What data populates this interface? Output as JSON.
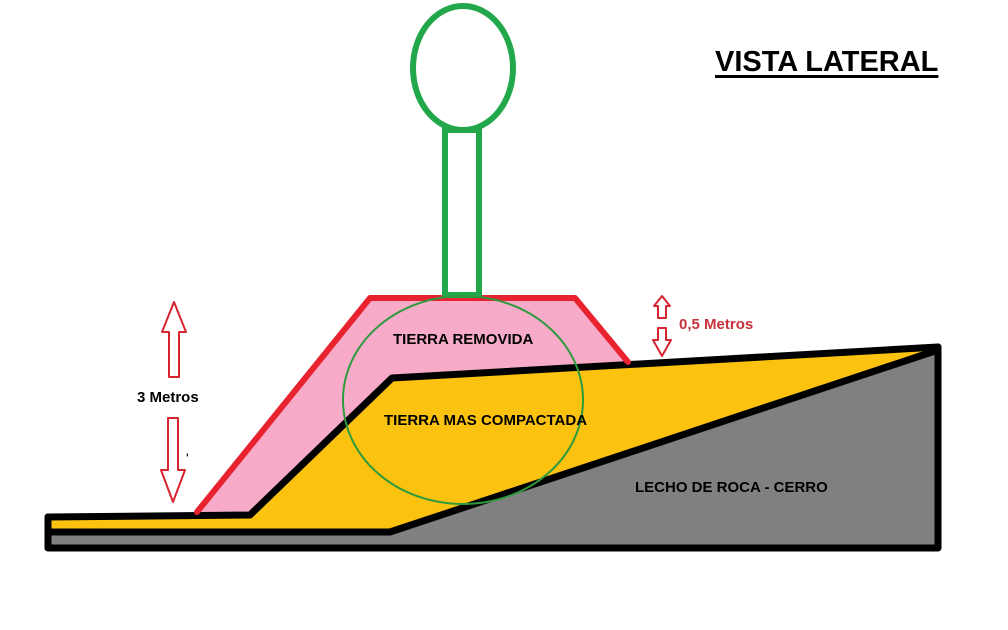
{
  "title": "VISTA LATERAL",
  "labels": {
    "removed_soil": "TIERRA REMOVIDA",
    "compacted_soil": "TIERRA MAS COMPACTADA",
    "bedrock": "LECHO DE ROCA - CERRO",
    "height_total": "3 Metros",
    "height_removed": "0,5 Metros",
    "stray_mark": "'"
  },
  "colors": {
    "removed_soil_fill": "#f7abc8",
    "removed_soil_outline": "#e8222f",
    "compacted_soil_fill": "#fbc30f",
    "bedrock_fill": "#808080",
    "outline": "#000000",
    "tree_outline": "#22a84a",
    "root_zone_outline": "#2e9a3e",
    "measure_arrow": "#d62430",
    "height_removed_text": "#c8323a"
  },
  "icons": [
    "tree-icon",
    "up-arrow-icon",
    "down-arrow-icon"
  ]
}
